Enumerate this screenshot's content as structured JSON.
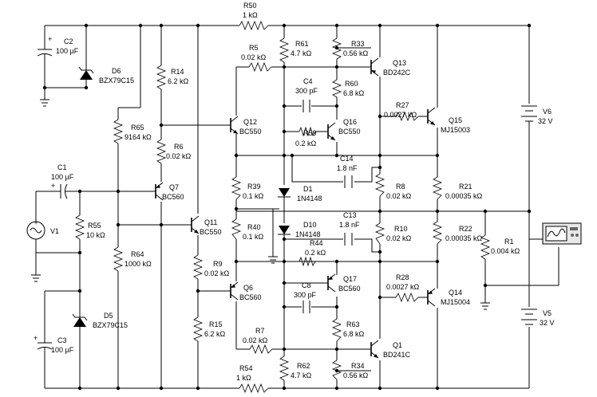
{
  "components": {
    "R50": {
      "name": "R50",
      "value": "1 kΩ"
    },
    "R5": {
      "name": "R5",
      "value": "0.02 kΩ"
    },
    "R61": {
      "name": "R61",
      "value": "4.7 kΩ"
    },
    "R33": {
      "name": "R33",
      "value": "0.56 kΩ"
    },
    "Q13": {
      "name": "Q13",
      "value": "BD242C"
    },
    "C2": {
      "name": "C2",
      "value": "100 µF"
    },
    "D6": {
      "name": "D6",
      "value": "BZX79C15"
    },
    "R14": {
      "name": "R14",
      "value": "6.2 kΩ"
    },
    "C4": {
      "name": "C4",
      "value": "300 pF"
    },
    "R60": {
      "name": "R60",
      "value": "6.8 kΩ"
    },
    "R27": {
      "name": "R27",
      "value": "0.0027 kΩ"
    },
    "Q15": {
      "name": "Q15",
      "value": "MJ15003"
    },
    "V6": {
      "name": "V6",
      "value": "32 V"
    },
    "R65": {
      "name": "R65",
      "value": "9164 kΩ"
    },
    "Q12": {
      "name": "Q12",
      "value": "BC550"
    },
    "Q16": {
      "name": "Q16",
      "value": "BC550"
    },
    "R59": {
      "name": "R59",
      "value": "0.2 kΩ"
    },
    "R6": {
      "name": "R6",
      "value": "0.02 kΩ"
    },
    "C14": {
      "name": "C14",
      "value": "1.8 nF"
    },
    "C1": {
      "name": "C1",
      "value": "100 µF"
    },
    "Q7": {
      "name": "Q7",
      "value": "BC560"
    },
    "R39": {
      "name": "R39",
      "value": "0.1 kΩ"
    },
    "D1": {
      "name": "D1",
      "value": "1N4148"
    },
    "R8": {
      "name": "R8",
      "value": "0.02 kΩ"
    },
    "R21": {
      "name": "R21",
      "value": "0.00035 kΩ"
    },
    "V1": {
      "name": "V1",
      "value": ""
    },
    "R55": {
      "name": "R55",
      "value": "10 kΩ"
    },
    "Q11": {
      "name": "Q11",
      "value": "BC550"
    },
    "R40": {
      "name": "R40",
      "value": "0.1 kΩ"
    },
    "D10": {
      "name": "D10",
      "value": "1N4148"
    },
    "C13": {
      "name": "C13",
      "value": "1.8 nF"
    },
    "R10": {
      "name": "R10",
      "value": "0.02 kΩ"
    },
    "R22": {
      "name": "R22",
      "value": "0.00035 kΩ"
    },
    "R1": {
      "name": "R1",
      "value": "0.004 kΩ"
    },
    "R64": {
      "name": "R64",
      "value": "1000 kΩ"
    },
    "R44": {
      "name": "R44",
      "value": "0.2 kΩ"
    },
    "R9": {
      "name": "R9",
      "value": "0.02 kΩ"
    },
    "Q17": {
      "name": "Q17",
      "value": "BC560"
    },
    "R28": {
      "name": "R28",
      "value": "0.0027 kΩ"
    },
    "Q6": {
      "name": "Q6",
      "value": "BC560"
    },
    "C8": {
      "name": "C8",
      "value": "300 pF"
    },
    "Q14": {
      "name": "Q14",
      "value": "MJ15004"
    },
    "D5": {
      "name": "D5",
      "value": "BZX79C15"
    },
    "V5": {
      "name": "V5",
      "value": "32 V"
    },
    "R15": {
      "name": "R15",
      "value": "6.2 kΩ"
    },
    "C3": {
      "name": "C3",
      "value": "100 µF"
    },
    "R7": {
      "name": "R7",
      "value": "0.02 kΩ"
    },
    "R63": {
      "name": "R63",
      "value": "6.8 kΩ"
    },
    "Q1": {
      "name": "Q1",
      "value": "BD241C"
    },
    "R54": {
      "name": "R54",
      "value": "1 kΩ"
    },
    "R62": {
      "name": "R62",
      "value": "4.7 kΩ"
    },
    "R34": {
      "name": "R34",
      "value": "0.56 kΩ"
    }
  },
  "symbols": {
    "plus": "+"
  }
}
